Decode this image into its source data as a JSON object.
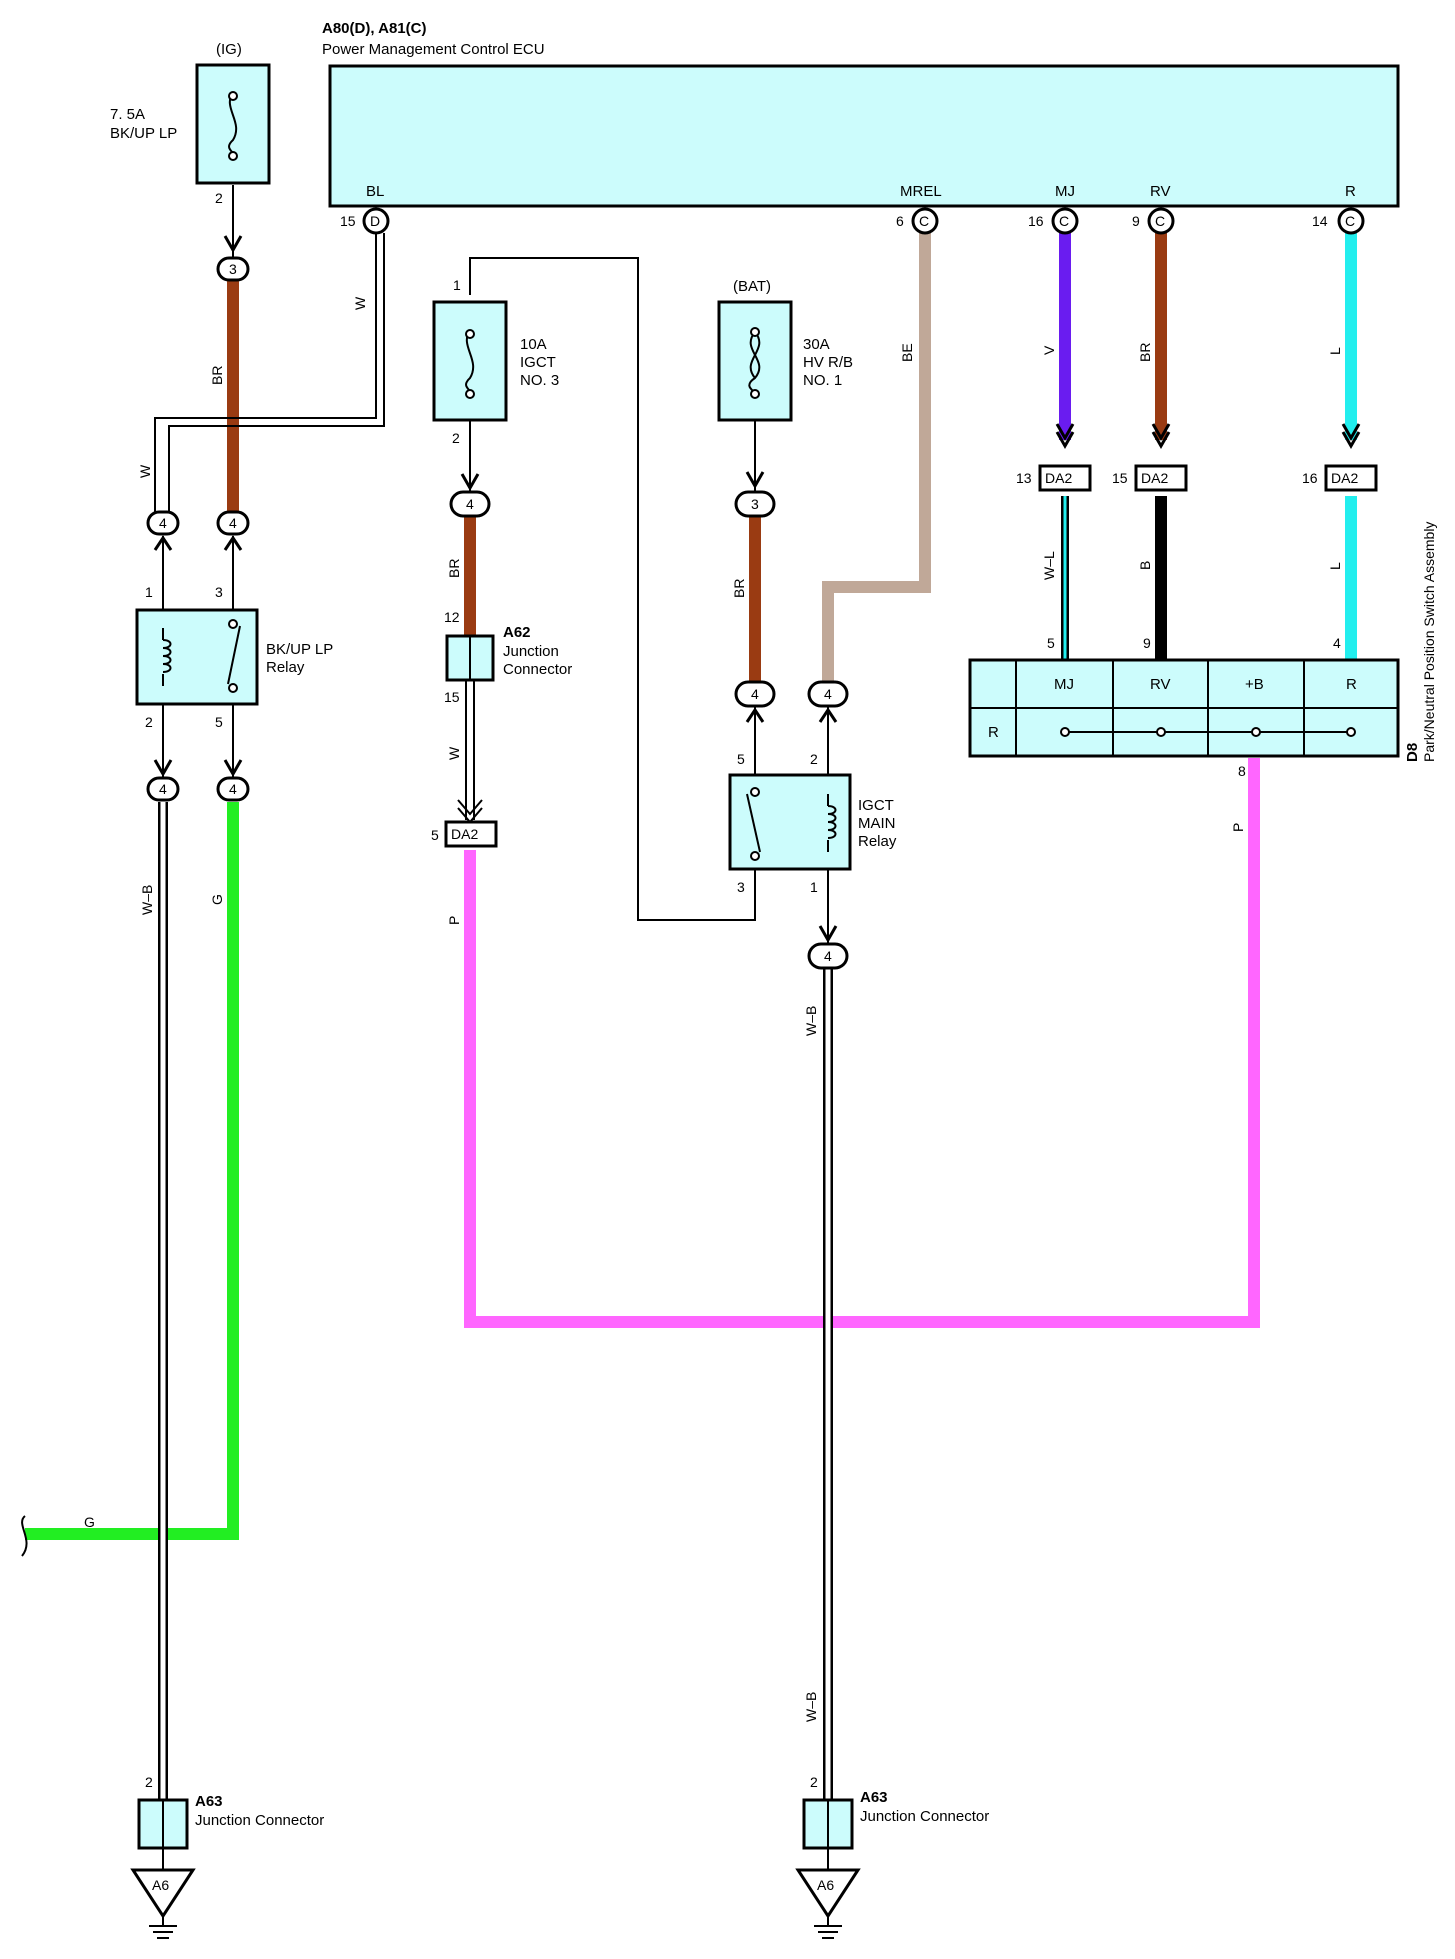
{
  "ecu": {
    "ref": "A80(D), A81(C)",
    "name": "Power Management Control ECU",
    "terminals": [
      {
        "label": "BL",
        "pin": "15",
        "conn": "D"
      },
      {
        "label": "MREL",
        "pin": "6",
        "conn": "C"
      },
      {
        "label": "MJ",
        "pin": "16",
        "conn": "C"
      },
      {
        "label": "RV",
        "pin": "9",
        "conn": "C"
      },
      {
        "label": "R",
        "pin": "14",
        "conn": "C"
      }
    ]
  },
  "fuse_ig": {
    "circuit": "(IG)",
    "rating": "7. 5A",
    "name": "BK/UP LP",
    "pin": "2"
  },
  "fuse_igct": {
    "rating": "10A",
    "name1": "IGCT",
    "name2": "NO. 3",
    "pin_top": "1",
    "pin_bottom": "2"
  },
  "fuse_bat": {
    "circuit": "(BAT)",
    "rating": "30A",
    "name1": "HV R/B",
    "name2": "NO. 1"
  },
  "relay_bkup": {
    "name1": "BK/UP LP",
    "name2": "Relay",
    "pins": [
      "1",
      "3",
      "2",
      "5"
    ]
  },
  "relay_igct": {
    "name1": "IGCT",
    "name2": "MAIN",
    "name3": "Relay",
    "pins": [
      "5",
      "2",
      "3",
      "1"
    ]
  },
  "junction_a62": {
    "ref": "A62",
    "name1": "Junction",
    "name2": "Connector",
    "pin_top": "12",
    "pin_bottom": "15"
  },
  "junction_a63_left": {
    "ref": "A63",
    "name": "Junction Connector",
    "pin": "2",
    "ground": "A6"
  },
  "junction_a63_right": {
    "ref": "A63",
    "name": "Junction Connector",
    "pin": "2",
    "ground": "A6"
  },
  "splice_labels": {
    "three": "3",
    "four": "4"
  },
  "da2": {
    "label": "DA2",
    "pins": [
      "13",
      "15",
      "16",
      "5"
    ]
  },
  "switch_d8": {
    "ref": "D8",
    "name": "Park/Neutral Position Switch Assembly",
    "headers": [
      "MJ",
      "RV",
      "+B",
      "R"
    ],
    "row_label": "R",
    "pins": [
      "5",
      "9",
      "4",
      "8"
    ]
  },
  "wire_labels": {
    "w": "W",
    "br": "BR",
    "be": "BE",
    "v": "V",
    "l": "L",
    "wl": "W–L",
    "b": "B",
    "p": "P",
    "wb": "W–B",
    "g": "G"
  },
  "colors": {
    "box_fill": "#ccfcfc",
    "brown": "#9a3b12",
    "green": "#22ee22",
    "pink": "#ff66ff",
    "beige": "#c0a898",
    "violet": "#6a1cf0",
    "light_blue": "#22eeee",
    "black": "#000000"
  }
}
